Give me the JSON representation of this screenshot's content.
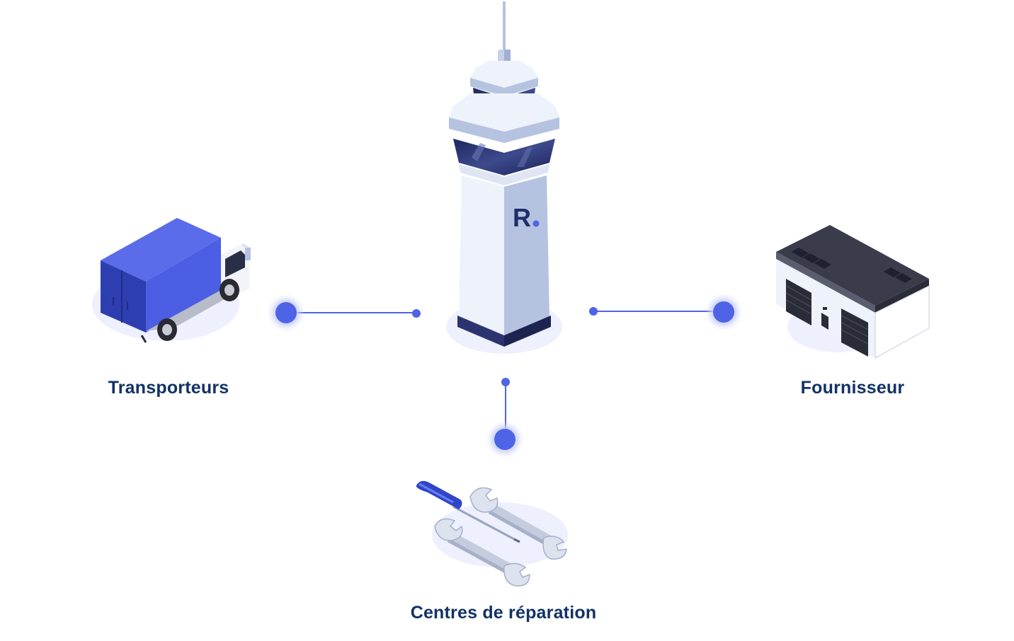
{
  "hub": {
    "logo_letter": "R",
    "logo_dot": "."
  },
  "nodes": {
    "carriers": {
      "label": "Transporteurs",
      "icon": "truck-icon"
    },
    "supplier": {
      "label": "Fournisseur",
      "icon": "warehouse-icon"
    },
    "repair": {
      "label": "Centres de réparation",
      "icon": "tools-icon"
    }
  },
  "colors": {
    "label_text": "#123266",
    "connector": "#4f63e6",
    "connector_glow": "#c9d0fb",
    "shadow": "#eef0fd",
    "tower_light": "#dfe5f3",
    "tower_mid": "#b5c3e0",
    "tower_dark": "#2c3470",
    "logo": "#1b2f6b",
    "logo_dot": "#4f63e6",
    "truck_blue": "#4b5ee4",
    "truck_dark": "#2d3fb0",
    "roof": "#3a3c4c"
  }
}
